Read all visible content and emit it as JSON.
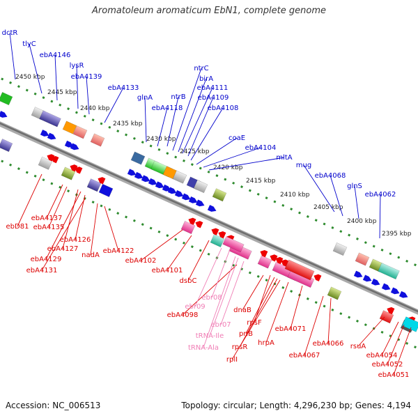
{
  "title": "Aromatoleum aromaticum EbN1, complete genome",
  "footer": {
    "accession": "Accession: NC_006513",
    "summary": "Topology: circular; Length: 4,296,230 bp; Genes: 4,194"
  },
  "colors": {
    "top_labels": "#0000cc",
    "bottom_labels": "#dd0000",
    "rna_labels": "#f07db5",
    "backbone": "#888888",
    "tick_dots": "#2e8b2e"
  },
  "kbp_markers": [
    "2450 kbp",
    "2445 kbp",
    "2440 kbp",
    "2435 kbp",
    "2430 kbp",
    "2425 kbp",
    "2420 kbp",
    "2415 kbp",
    "2410 kbp",
    "2405 kbp",
    "2400 kbp",
    "2395 kbp"
  ],
  "top_genes": [
    "dctR",
    "tlyC",
    "ebA4146",
    "lysR",
    "ebA4139",
    "ebA4133",
    "glnA",
    "ebA4118",
    "ntrB",
    "ntrC",
    "birA",
    "ebA4111",
    "ebA4109",
    "ebA4108",
    "coaE",
    "ebA4104",
    "mltA",
    "mug",
    "ebA4068",
    "glnS",
    "ebA4062"
  ],
  "bottom_genes": [
    "ebD81",
    "ebA4137",
    "ebA4135",
    "ebA4126",
    "ebA4127",
    "ebA4129",
    "ebA4131",
    "nadA",
    "ebA4122",
    "ebA4102",
    "ebA4101",
    "dsbC",
    "ebA4098",
    "dnaB",
    "rpsF",
    "priB",
    "rpsR",
    "rplI",
    "hrpA",
    "ebA4071",
    "ebA4067",
    "ebA4066",
    "rsuA",
    "ebA4054",
    "ebA4052",
    "ebA4051"
  ],
  "rna_genes": [
    "ebr08",
    "ebr09",
    "ebr07",
    "tRNA-Ile",
    "tRNA-Ala"
  ]
}
